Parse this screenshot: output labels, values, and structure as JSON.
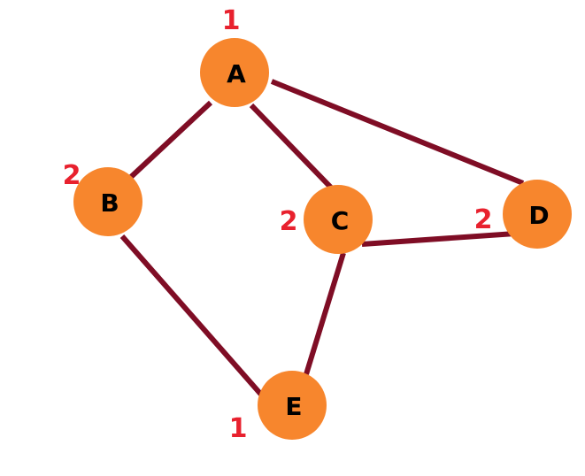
{
  "colors": {
    "node_fill": "#F7862D",
    "edge_stroke": "#7F0D25",
    "number_color": "#E8212E",
    "label_color": "#000000"
  },
  "nodes": [
    {
      "id": "A",
      "label": "A",
      "number": "1"
    },
    {
      "id": "B",
      "label": "B",
      "number": "2"
    },
    {
      "id": "C",
      "label": "C",
      "number": "2"
    },
    {
      "id": "D",
      "label": "D",
      "number": "2"
    },
    {
      "id": "E",
      "label": "E",
      "number": "1"
    }
  ],
  "edges": [
    {
      "from": "A",
      "to": "B"
    },
    {
      "from": "A",
      "to": "C"
    },
    {
      "from": "A",
      "to": "D"
    },
    {
      "from": "B",
      "to": "E"
    },
    {
      "from": "C",
      "to": "D"
    },
    {
      "from": "C",
      "to": "E"
    }
  ]
}
